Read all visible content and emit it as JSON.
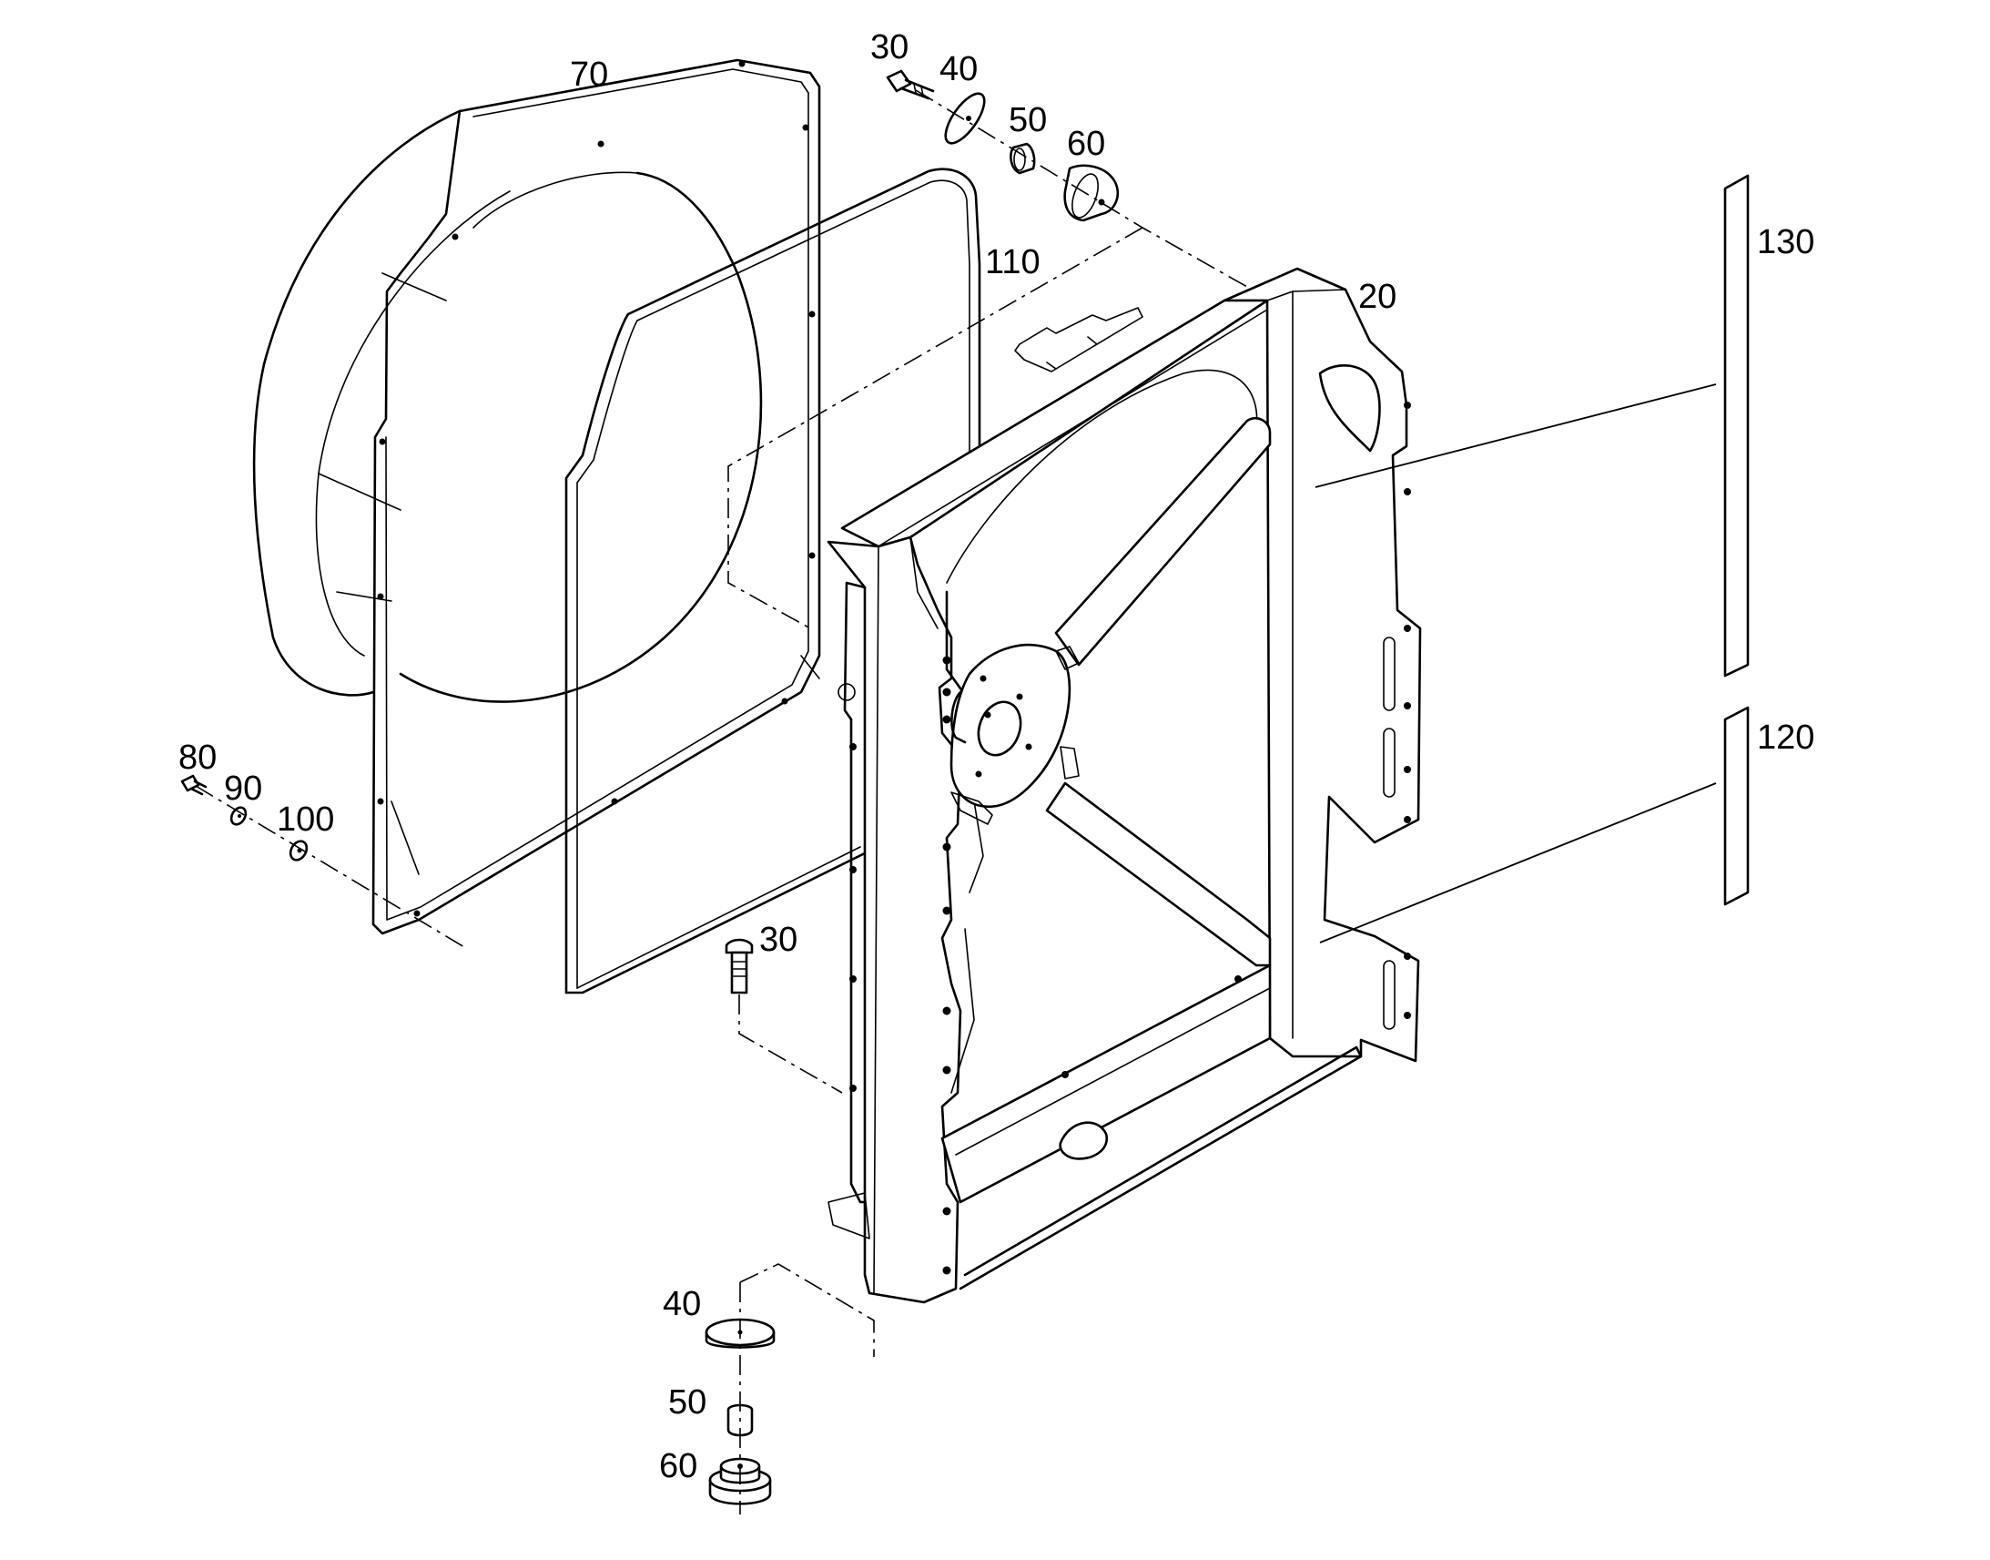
{
  "diagram": {
    "callouts": [
      {
        "id": "c70",
        "text": "70"
      },
      {
        "id": "c30a",
        "text": "30"
      },
      {
        "id": "c40a",
        "text": "40"
      },
      {
        "id": "c50a",
        "text": "50"
      },
      {
        "id": "c60a",
        "text": "60"
      },
      {
        "id": "c110",
        "text": "110"
      },
      {
        "id": "c20",
        "text": "20"
      },
      {
        "id": "c130",
        "text": "130"
      },
      {
        "id": "c120",
        "text": "120"
      },
      {
        "id": "c80",
        "text": "80"
      },
      {
        "id": "c90",
        "text": "90"
      },
      {
        "id": "c100",
        "text": "100"
      },
      {
        "id": "c30b",
        "text": "30"
      },
      {
        "id": "c40b",
        "text": "40"
      },
      {
        "id": "c50b",
        "text": "50"
      },
      {
        "id": "c60b",
        "text": "60"
      }
    ]
  }
}
